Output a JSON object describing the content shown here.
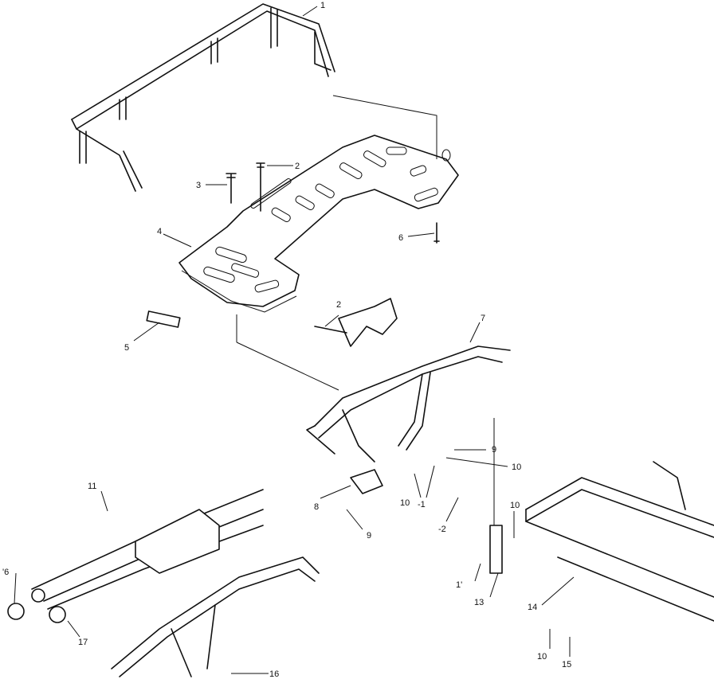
{
  "callouts": [
    {
      "id": "c1",
      "text": "1"
    },
    {
      "id": "c2a",
      "text": "2"
    },
    {
      "id": "c3",
      "text": "3"
    },
    {
      "id": "c4",
      "text": "4"
    },
    {
      "id": "c6a",
      "text": "6"
    },
    {
      "id": "c5",
      "text": "5"
    },
    {
      "id": "c2b",
      "text": "2"
    },
    {
      "id": "c7",
      "text": "7"
    },
    {
      "id": "c9a",
      "text": "9"
    },
    {
      "id": "c10a",
      "text": "10"
    },
    {
      "id": "c8",
      "text": "8"
    },
    {
      "id": "c10b",
      "text": "10"
    },
    {
      "id": "c11a",
      "text": "-1"
    },
    {
      "id": "c12",
      "text": "-2"
    },
    {
      "id": "c9b",
      "text": "9"
    },
    {
      "id": "c11b",
      "text": "11"
    },
    {
      "id": "c10c",
      "text": "10"
    },
    {
      "id": "c11c",
      "text": "1'"
    },
    {
      "id": "c13",
      "text": "13"
    },
    {
      "id": "c14",
      "text": "14"
    },
    {
      "id": "c6b",
      "text": "'6"
    },
    {
      "id": "c17",
      "text": "17"
    },
    {
      "id": "c16",
      "text": "16"
    },
    {
      "id": "c10d",
      "text": "10"
    },
    {
      "id": "c15",
      "text": "15"
    }
  ]
}
